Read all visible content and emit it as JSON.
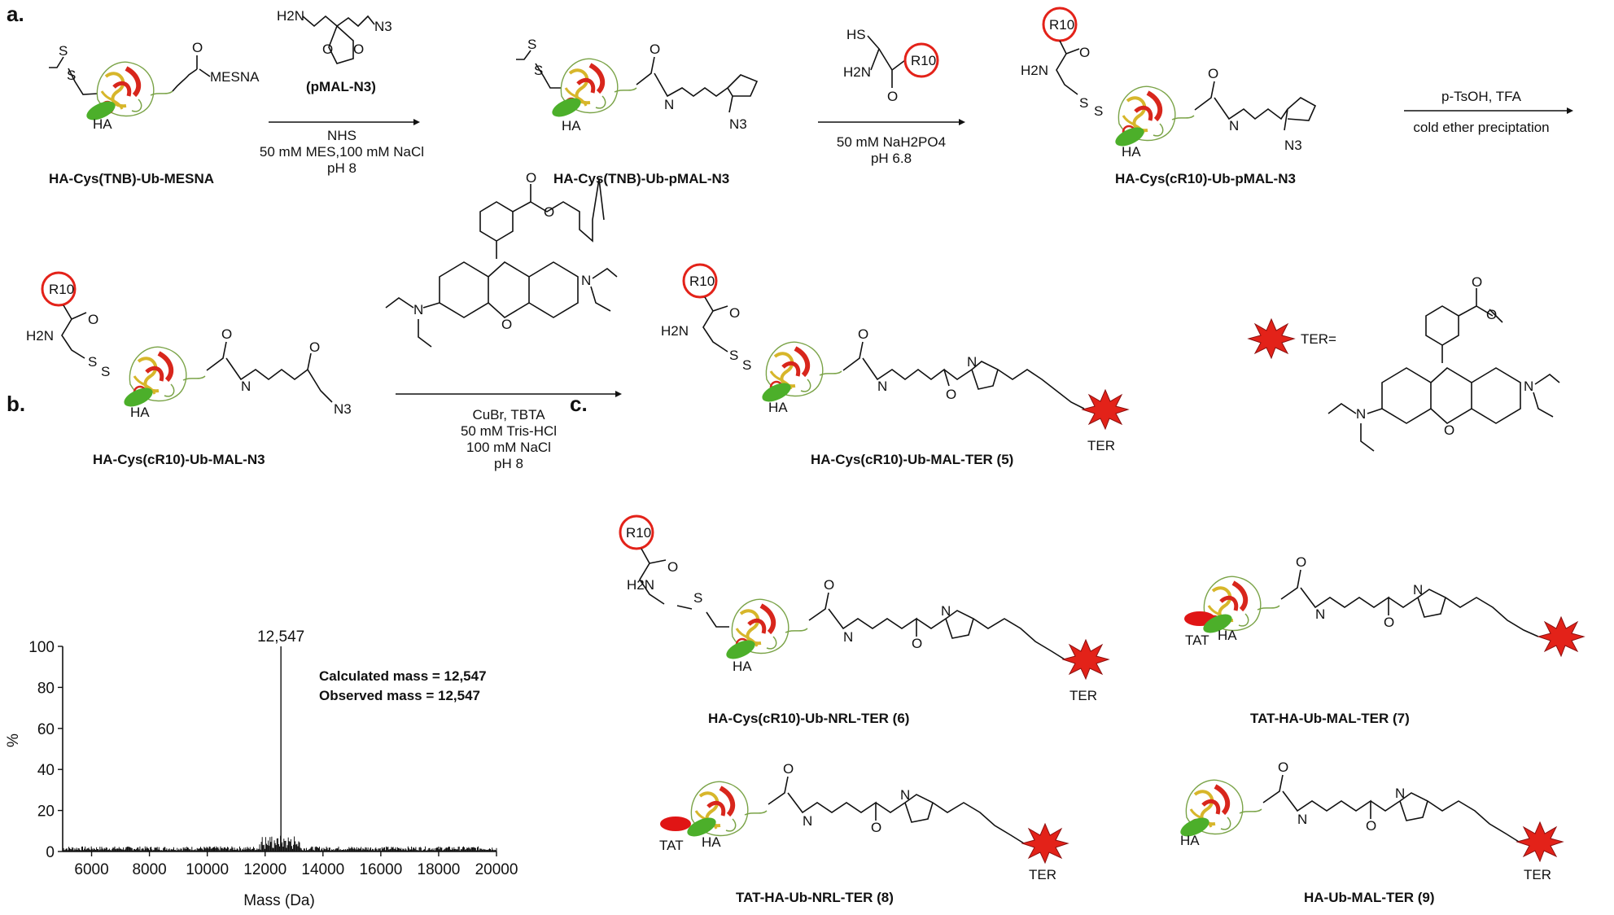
{
  "panels": {
    "a": "a.",
    "b": "b.",
    "c": "c."
  },
  "row1": {
    "compound1": "HA-Cys(TNB)-Ub-MESNA",
    "tnb": "TNB",
    "mesna": "MESNA",
    "reagent_name": "(pMAL-N3)",
    "conditions1": [
      "NHS",
      "50 mM MES,100 mM NaCl",
      "pH 8"
    ],
    "compound2": "HA-Cys(TNB)-Ub-pMAL-N3",
    "conditions2": [
      "50 mM NaH2PO4",
      "pH 6.8"
    ],
    "compound3": "HA-Cys(cR10)-Ub-pMAL-N3",
    "conditions3": [
      "p-TsOH, TFA",
      "cold ether preciptation"
    ]
  },
  "row2": {
    "compound4": "HA-Cys(cR10)-Ub-MAL-N3",
    "conditions4": [
      "CuBr, TBTA",
      "50 mM Tris-HCl",
      "100 mM NaCl",
      "pH 8"
    ],
    "compound5": "HA-Cys(cR10)-Ub-MAL-TER (5)",
    "ter_def": "TER="
  },
  "labels": {
    "ha": "HA",
    "ter": "TER",
    "tat": "TAT",
    "r10": "R10",
    "n3": "N3",
    "h2n": "H2N",
    "hs": "HS",
    "s": "S",
    "o": "O",
    "n": "N",
    "h": "H"
  },
  "panel_c": {
    "compound6": "HA-Cys(cR10)-Ub-NRL-TER (6)",
    "compound7": "TAT-HA-Ub-MAL-TER (7)",
    "compound8": "TAT-HA-Ub-NRL-TER (8)",
    "compound9": "HA-Ub-MAL-TER (9)"
  },
  "chart_data": {
    "type": "line",
    "title": "",
    "xlabel": "Mass (Da)",
    "ylabel": "%",
    "xlim": [
      5000,
      20000
    ],
    "ylim": [
      0,
      100
    ],
    "xticks": [
      6000,
      8000,
      10000,
      12000,
      14000,
      16000,
      18000,
      20000
    ],
    "yticks": [
      0,
      20,
      40,
      60,
      80,
      100
    ],
    "peak_label": "12,547",
    "annotations": [
      "Calculated mass = 12,547",
      "Observed mass = 12,547"
    ],
    "series": [
      {
        "x": [
          5000,
          6200,
          8000,
          10000,
          11800,
          12300,
          12450,
          12547,
          12600,
          12700,
          13000,
          14000,
          16000,
          18000,
          20000
        ],
        "values": [
          1,
          2,
          1.5,
          1.5,
          3,
          5,
          8,
          100,
          14,
          6,
          3,
          2,
          2,
          2,
          1
        ]
      }
    ]
  },
  "colors": {
    "ring": "#e32219",
    "ter_star": "#e32219",
    "ha_ellipse": "#4caf2a",
    "tat_ellipse": "#e01515",
    "protein_red": "#d8261c",
    "protein_yellow": "#d7b62a",
    "protein_green": "#7aa347"
  }
}
